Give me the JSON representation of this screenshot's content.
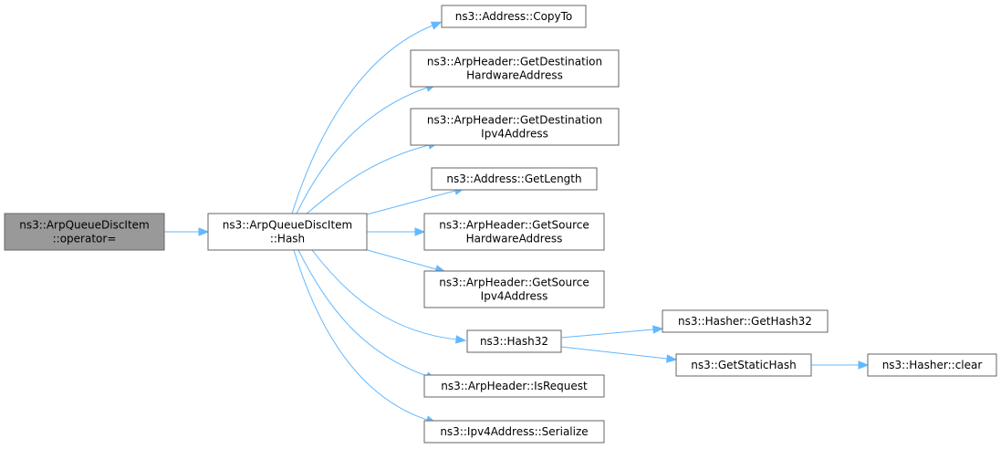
{
  "colors": {
    "edge": "#63b8ff",
    "node_border": "#666666",
    "node_fill": "#ffffff",
    "root_fill": "#999999",
    "text": "#000000"
  },
  "nodes": [
    {
      "id": "root",
      "lines": [
        "ns3::ArpQueueDiscItem",
        "::operator="
      ],
      "highlighted": true
    },
    {
      "id": "hash",
      "lines": [
        "ns3::ArpQueueDiscItem",
        "::Hash"
      ]
    },
    {
      "id": "copyto",
      "lines": [
        "ns3::Address::CopyTo"
      ]
    },
    {
      "id": "getdesthw",
      "lines": [
        "ns3::ArpHeader::GetDestination",
        "HardwareAddress"
      ]
    },
    {
      "id": "getdestipv4",
      "lines": [
        "ns3::ArpHeader::GetDestination",
        "Ipv4Address"
      ]
    },
    {
      "id": "getlength",
      "lines": [
        "ns3::Address::GetLength"
      ]
    },
    {
      "id": "getsrchw",
      "lines": [
        "ns3::ArpHeader::GetSource",
        "HardwareAddress"
      ]
    },
    {
      "id": "getsrcipv4",
      "lines": [
        "ns3::ArpHeader::GetSource",
        "Ipv4Address"
      ]
    },
    {
      "id": "hash32",
      "lines": [
        "ns3::Hash32"
      ]
    },
    {
      "id": "isrequest",
      "lines": [
        "ns3::ArpHeader::IsRequest"
      ]
    },
    {
      "id": "serialize",
      "lines": [
        "ns3::Ipv4Address::Serialize"
      ]
    },
    {
      "id": "gethash32",
      "lines": [
        "ns3::Hasher::GetHash32"
      ]
    },
    {
      "id": "getstatichash",
      "lines": [
        "ns3::GetStaticHash"
      ]
    },
    {
      "id": "clear",
      "lines": [
        "ns3::Hasher::clear"
      ]
    }
  ],
  "edges": [
    {
      "from": "root",
      "to": "hash"
    },
    {
      "from": "hash",
      "to": "copyto"
    },
    {
      "from": "hash",
      "to": "getdesthw"
    },
    {
      "from": "hash",
      "to": "getdestipv4"
    },
    {
      "from": "hash",
      "to": "getlength"
    },
    {
      "from": "hash",
      "to": "getsrchw"
    },
    {
      "from": "hash",
      "to": "getsrcipv4"
    },
    {
      "from": "hash",
      "to": "hash32"
    },
    {
      "from": "hash",
      "to": "isrequest"
    },
    {
      "from": "hash",
      "to": "serialize"
    },
    {
      "from": "hash32",
      "to": "gethash32"
    },
    {
      "from": "hash32",
      "to": "getstatichash"
    },
    {
      "from": "getstatichash",
      "to": "clear"
    }
  ]
}
